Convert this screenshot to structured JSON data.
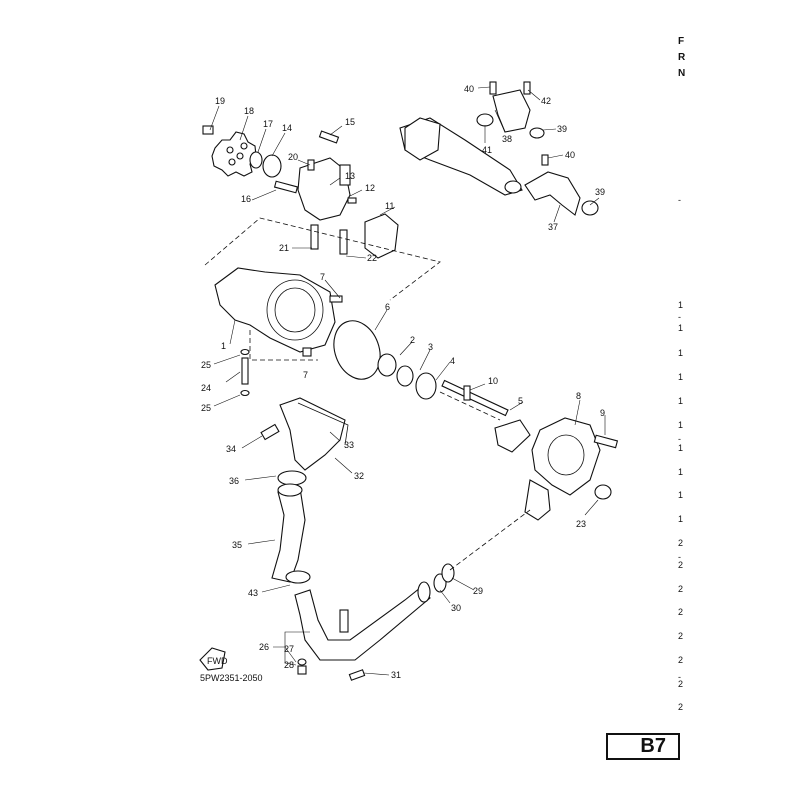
{
  "diagram_code": "5PW2351-2050",
  "badge": "B7",
  "fwd_label": "FWD",
  "edge_text": [
    "F",
    "R",
    "N",
    "-",
    "1",
    "-",
    "1",
    "1",
    "1",
    "1",
    "1",
    "-",
    "1",
    "1",
    "1",
    "1",
    "2",
    "-",
    "2",
    "2",
    "2",
    "2",
    "2",
    "-",
    "2",
    "2"
  ],
  "callouts": [
    {
      "n": "1"
    },
    {
      "n": "2"
    },
    {
      "n": "3"
    },
    {
      "n": "4"
    },
    {
      "n": "5"
    },
    {
      "n": "6"
    },
    {
      "n": "7"
    },
    {
      "n": "7"
    },
    {
      "n": "8"
    },
    {
      "n": "9"
    },
    {
      "n": "10"
    },
    {
      "n": "11"
    },
    {
      "n": "12"
    },
    {
      "n": "13"
    },
    {
      "n": "14"
    },
    {
      "n": "15"
    },
    {
      "n": "16"
    },
    {
      "n": "17"
    },
    {
      "n": "18"
    },
    {
      "n": "19"
    },
    {
      "n": "20"
    },
    {
      "n": "21"
    },
    {
      "n": "22"
    },
    {
      "n": "23"
    },
    {
      "n": "24"
    },
    {
      "n": "25"
    },
    {
      "n": "25"
    },
    {
      "n": "26"
    },
    {
      "n": "27"
    },
    {
      "n": "28"
    },
    {
      "n": "29"
    },
    {
      "n": "30"
    },
    {
      "n": "31"
    },
    {
      "n": "32"
    },
    {
      "n": "33"
    },
    {
      "n": "34"
    },
    {
      "n": "35"
    },
    {
      "n": "36"
    },
    {
      "n": "37"
    },
    {
      "n": "38"
    },
    {
      "n": "39"
    },
    {
      "n": "39"
    },
    {
      "n": "40"
    },
    {
      "n": "40"
    },
    {
      "n": "41"
    },
    {
      "n": "42"
    },
    {
      "n": "43"
    }
  ]
}
